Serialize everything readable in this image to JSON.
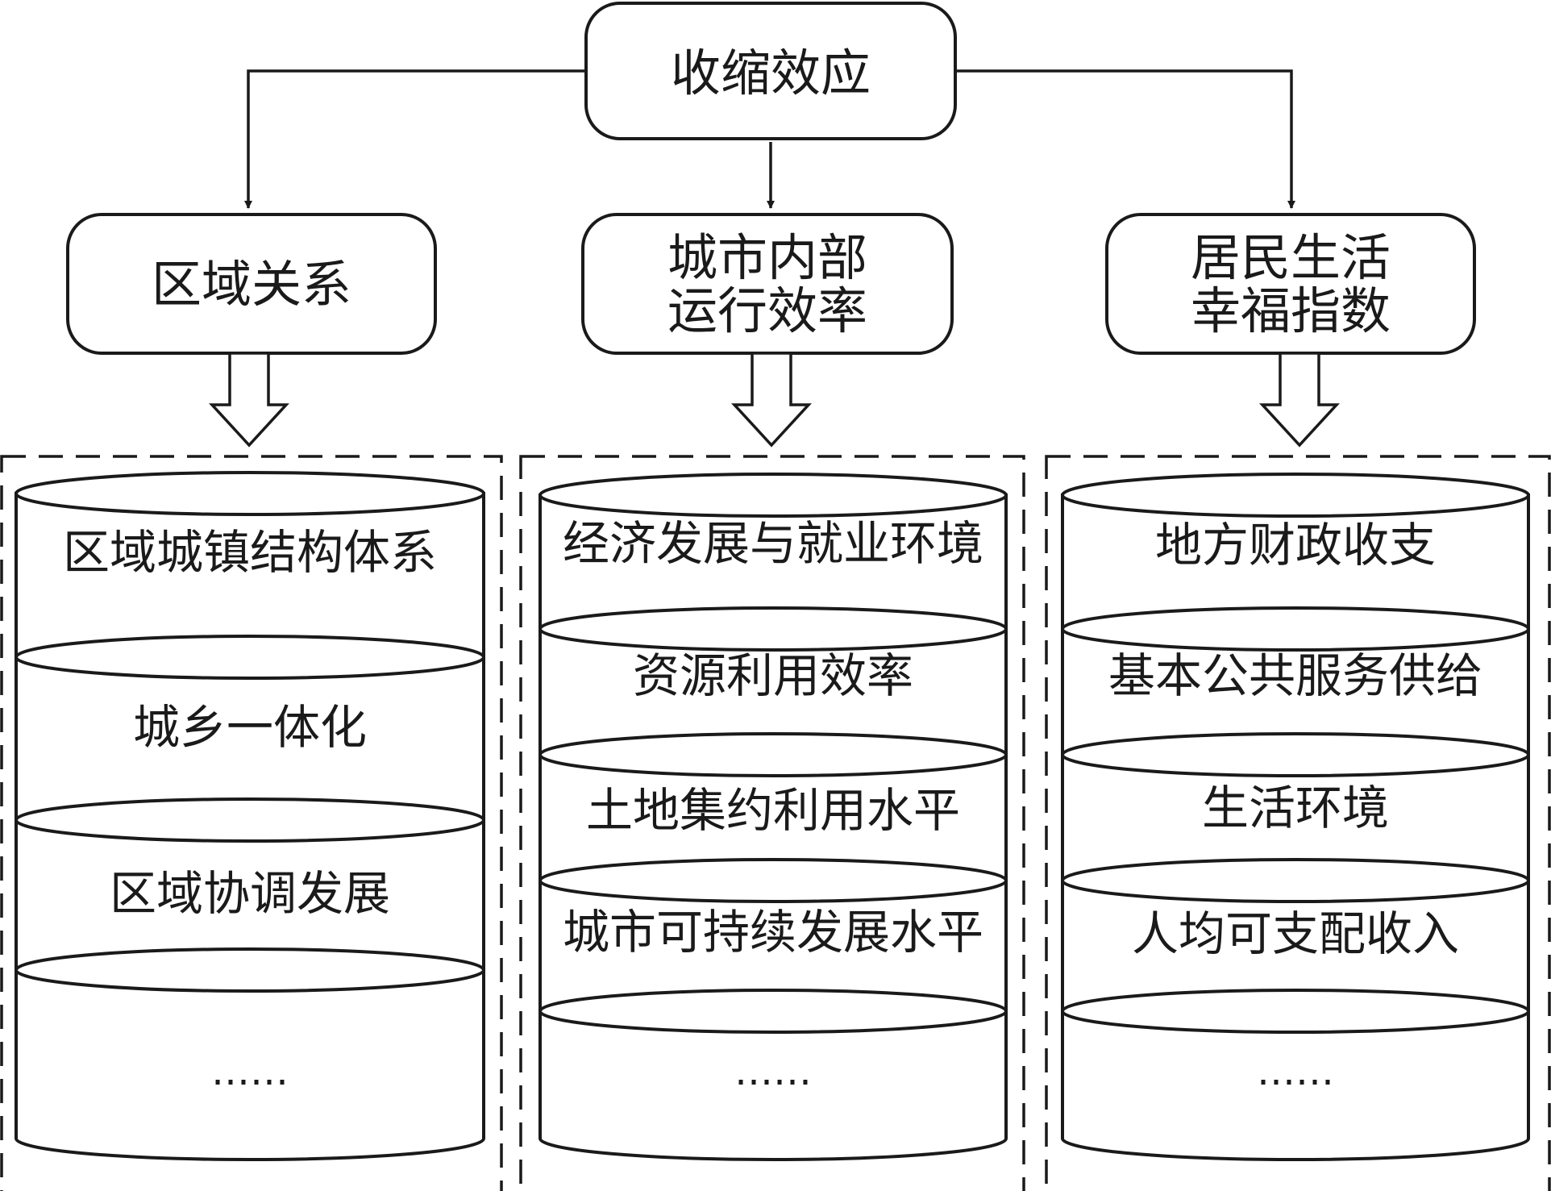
{
  "colors": {
    "stroke": "#1a1a1a",
    "background": "#ffffff"
  },
  "root": {
    "label": "收缩效应"
  },
  "columns": [
    {
      "title": [
        "区域关系"
      ],
      "layers": [
        "区域城镇结构体系",
        "城乡一体化",
        "区域协调发展",
        "……"
      ]
    },
    {
      "title": [
        "城市内部",
        "运行效率"
      ],
      "layers": [
        "经济发展与就业环境",
        "资源利用效率",
        "土地集约利用水平",
        "城市可持续发展水平",
        "……"
      ]
    },
    {
      "title": [
        "居民生活",
        "幸福指数"
      ],
      "layers": [
        "地方财政收支",
        "基本公共服务供给",
        "生活环境",
        "人均可支配收入",
        "……"
      ]
    }
  ]
}
